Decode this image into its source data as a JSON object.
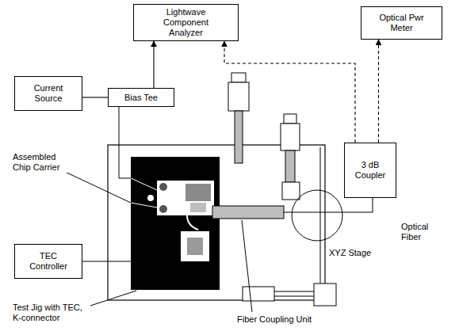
{
  "diagram": {
    "nodes": [
      {
        "text": [
          "Lightwave Component Analyzer"
        ]
      },
      {
        "text": [
          "Optical Pwr Meter"
        ]
      },
      {
        "text": [
          "Current Source"
        ]
      },
      {
        "text": [
          "Bias Tee"
        ]
      },
      {
        "text": [
          "3 dB Coupler"
        ]
      },
      {
        "text": [
          "TEC Controller"
        ]
      }
    ],
    "edges": [
      {
        "from": 2,
        "to": 3,
        "arrow": "none"
      },
      {
        "from": 3,
        "to": 0,
        "arrow": "to"
      },
      {
        "from": 4,
        "to": 0,
        "arrow": "to"
      },
      {
        "from": 4,
        "to": 1,
        "arrow": "to"
      }
    ],
    "labels": [
      "Assembled Chip Carrier",
      "Optical Fiber",
      "XYZ Stage",
      "Test Jig with TEC, K-connector",
      "Fiber Coupling Unit"
    ]
  }
}
